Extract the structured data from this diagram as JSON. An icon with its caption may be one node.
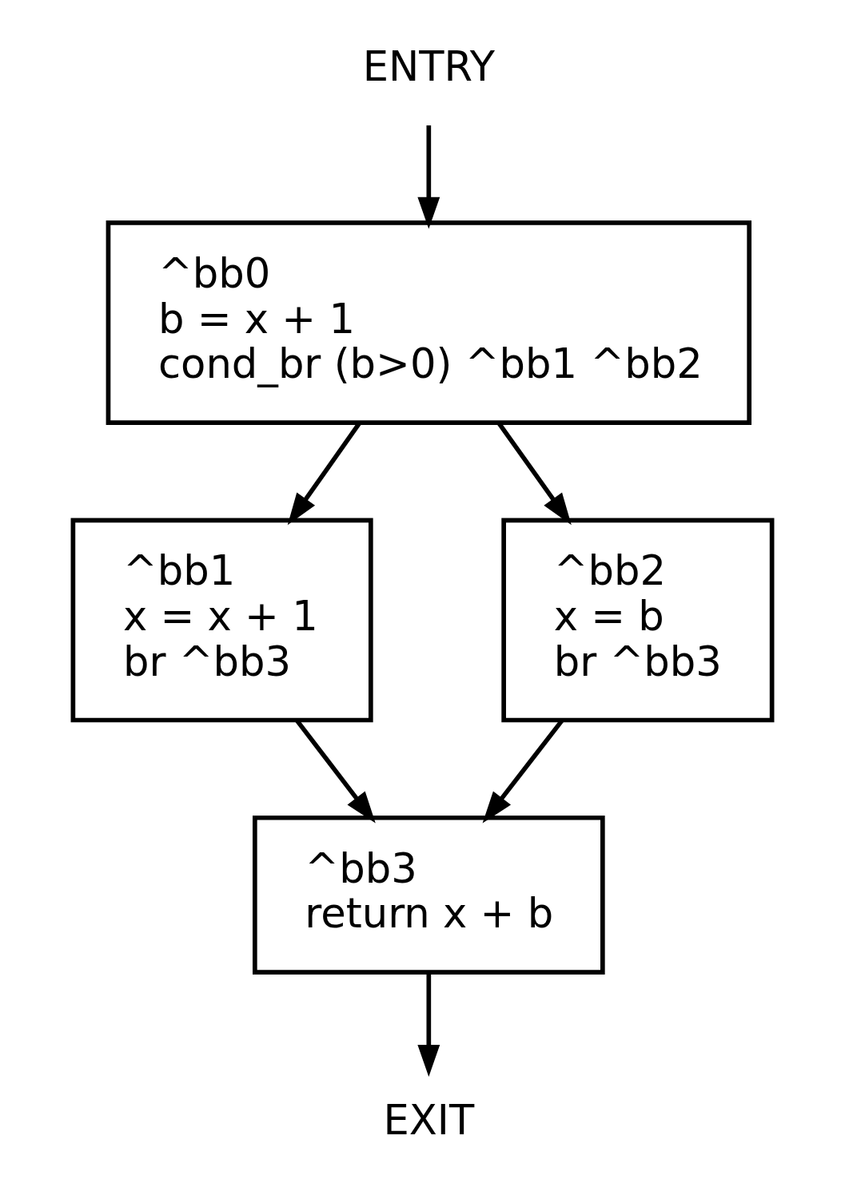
{
  "diagram": {
    "nodes": [
      {
        "text": [
          "ENTRY"
        ]
      },
      {
        "text": [
          "^bb0",
          "b = x + 1",
          "cond_br (b>0) ^bb1 ^bb2"
        ]
      },
      {
        "text": [
          "^bb1",
          "x = x + 1",
          "br ^bb3"
        ]
      },
      {
        "text": [
          "^bb2",
          "x = b",
          "br ^bb3"
        ]
      },
      {
        "text": [
          "^bb3",
          "return x + b"
        ]
      },
      {
        "text": [
          "EXIT"
        ]
      }
    ],
    "edges": [
      {
        "from": 0,
        "to": 1,
        "arrow": "to"
      },
      {
        "from": 1,
        "to": 2,
        "arrow": "to"
      },
      {
        "from": 1,
        "to": 3,
        "arrow": "to"
      },
      {
        "from": 2,
        "to": 4,
        "arrow": "to"
      },
      {
        "from": 3,
        "to": 4,
        "arrow": "to"
      },
      {
        "from": 4,
        "to": 5,
        "arrow": "to"
      }
    ]
  }
}
